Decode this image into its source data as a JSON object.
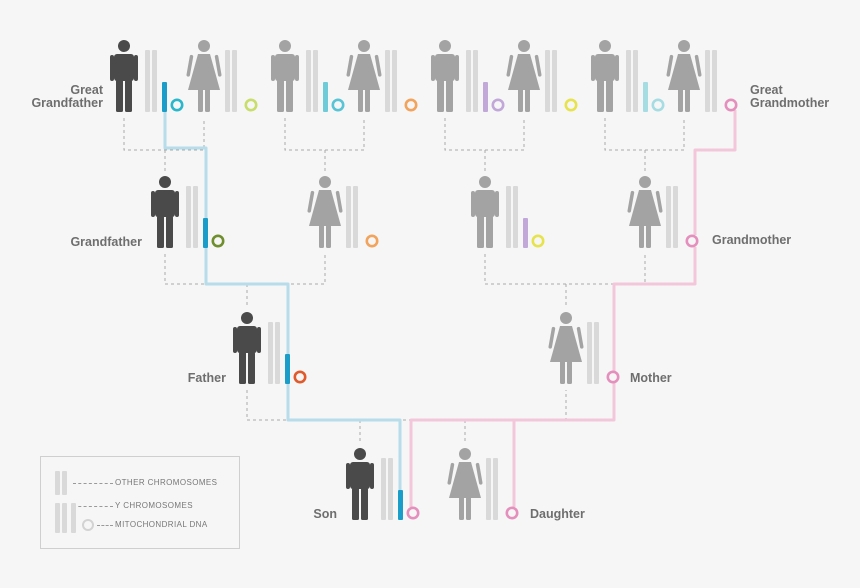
{
  "labels": {
    "great_grandfather": [
      "Great",
      "Grandfather"
    ],
    "great_grandmother": [
      "Great",
      "Grandmother"
    ],
    "grandfather": "Grandfather",
    "grandmother": "Grandmother",
    "father": "Father",
    "mother": "Mother",
    "son": "Son",
    "daughter": "Daughter"
  },
  "legend": {
    "other_chromosomes": "OTHER CHROMOSOMES",
    "y_chromosomes": "Y CHROMOSOMES",
    "mitochondrial_dna": "MITOCHONDRIAL DNA"
  },
  "colors": {
    "background": "#f6f6f6",
    "figure_highlight": "#4a4a4a",
    "figure_default": "#a3a3a3",
    "chromosome": "#d9d9d9",
    "y_line_blue": "#b7dcea",
    "mt_line_pink": "#f3c6d9",
    "connector": "#aaaaaa",
    "label": "#6e6e6e"
  },
  "family": [
    {
      "id": "gen4-1-m",
      "sex": "male",
      "highlight": true,
      "y": "#1b9dc9",
      "mt": "#2ab7cc"
    },
    {
      "id": "gen4-1-f",
      "sex": "female",
      "highlight": false,
      "mt": "#c8dd6a"
    },
    {
      "id": "gen4-2-m",
      "sex": "male",
      "highlight": false,
      "y": "#6fcbd8",
      "mt": "#59c4d5"
    },
    {
      "id": "gen4-2-f",
      "sex": "female",
      "highlight": false,
      "mt": "#f2a35c"
    },
    {
      "id": "gen4-3-m",
      "sex": "male",
      "highlight": false,
      "y": "#c1a8d9",
      "mt": "#c1a8d9"
    },
    {
      "id": "gen4-3-f",
      "sex": "female",
      "highlight": false,
      "mt": "#e6e34f"
    },
    {
      "id": "gen4-4-m",
      "sex": "male",
      "highlight": false,
      "y": "#a6dde3",
      "mt": "#a6dde3"
    },
    {
      "id": "gen4-4-f",
      "sex": "female",
      "highlight": false,
      "mt": "#e58fbd"
    },
    {
      "id": "gen3-1-m",
      "sex": "male",
      "highlight": true,
      "y": "#1b9dc9",
      "mt": "#6f8f2e"
    },
    {
      "id": "gen3-1-f",
      "sex": "female",
      "highlight": false,
      "mt": "#f2a35c"
    },
    {
      "id": "gen3-2-m",
      "sex": "male",
      "highlight": false,
      "y": "#c1a8d9",
      "mt": "#e6e34f"
    },
    {
      "id": "gen3-2-f",
      "sex": "female",
      "highlight": false,
      "mt": "#e58fbd"
    },
    {
      "id": "gen2-m",
      "sex": "male",
      "highlight": true,
      "y": "#1b9dc9",
      "mt": "#e05a2b"
    },
    {
      "id": "gen2-f",
      "sex": "female",
      "highlight": false,
      "mt": "#e58fbd"
    },
    {
      "id": "gen1-son",
      "sex": "male",
      "highlight": true,
      "y": "#1b9dc9",
      "mt": "#e58fbd"
    },
    {
      "id": "gen1-daughter",
      "sex": "female",
      "highlight": false,
      "mt": "#e58fbd"
    }
  ]
}
